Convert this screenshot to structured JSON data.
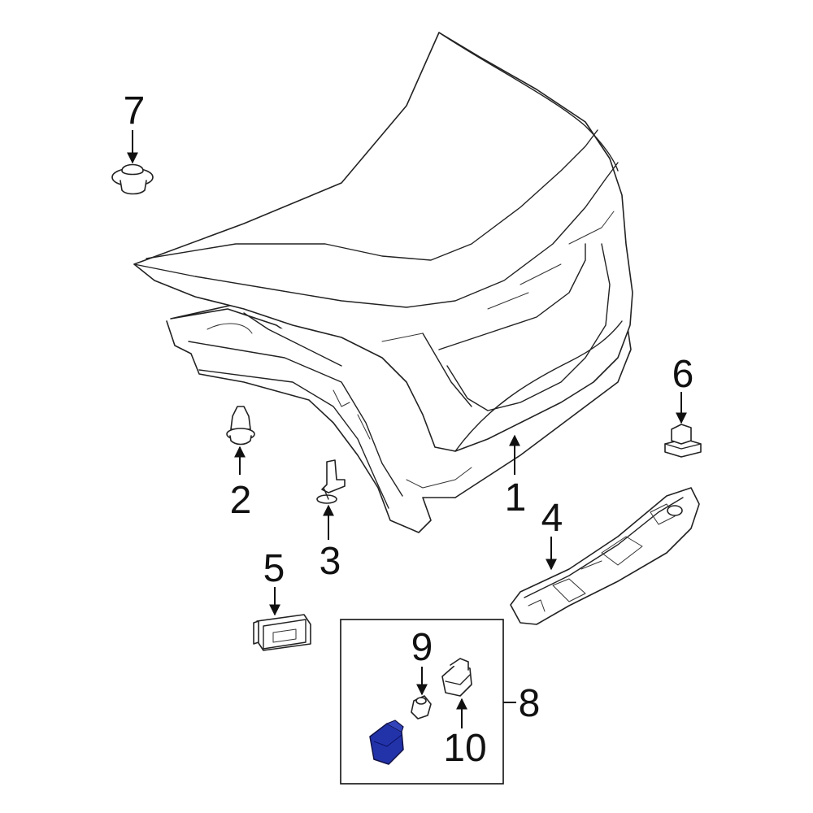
{
  "diagram": {
    "kind": "exploded parts diagram",
    "highlight_color": "#2233aa",
    "callouts": [
      {
        "id": "1",
        "label": "1"
      },
      {
        "id": "2",
        "label": "2"
      },
      {
        "id": "3",
        "label": "3"
      },
      {
        "id": "4",
        "label": "4"
      },
      {
        "id": "5",
        "label": "5"
      },
      {
        "id": "6",
        "label": "6"
      },
      {
        "id": "7",
        "label": "7"
      },
      {
        "id": "8",
        "label": "8"
      },
      {
        "id": "9",
        "label": "9"
      },
      {
        "id": "10",
        "label": "10"
      }
    ]
  }
}
